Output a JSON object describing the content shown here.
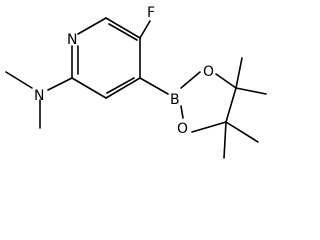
{
  "molecule": {
    "atoms": {
      "ring_n": "N",
      "fluorine": "F",
      "amine_n": "N",
      "boron": "B",
      "oxygen_top": "O",
      "oxygen_bottom": "O"
    }
  }
}
